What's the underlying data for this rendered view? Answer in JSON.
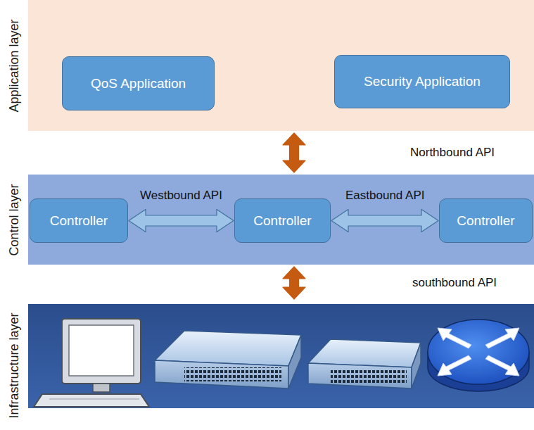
{
  "diagram": {
    "nodes": [
      {
        "text": [
          "Application layer"
        ]
      },
      {
        "text": [
          "QoS Application"
        ],
        "in": 0
      },
      {
        "text": [
          "Security Application"
        ],
        "in": 0
      },
      {
        "text": [
          "Control layer"
        ]
      },
      {
        "text": [
          "Controller"
        ],
        "in": 3
      },
      {
        "text": [
          "Controller"
        ],
        "in": 3
      },
      {
        "text": [
          "Controller"
        ],
        "in": 3
      },
      {
        "text": [
          "Infrastructure layer"
        ]
      }
    ],
    "edges": [
      {
        "from": 0,
        "to": 3,
        "label": "Northbound API",
        "arrow": "both"
      },
      {
        "from": 4,
        "to": 5,
        "label": "Westbound API",
        "arrow": "both"
      },
      {
        "from": 5,
        "to": 6,
        "label": "Eastbound API",
        "arrow": "both"
      },
      {
        "from": 3,
        "to": 7,
        "label": "southbound API",
        "arrow": "both"
      }
    ]
  }
}
